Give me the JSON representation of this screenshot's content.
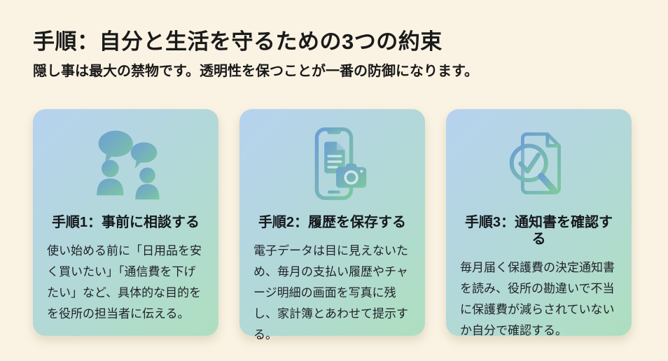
{
  "page": {
    "title": "手順：自分と生活を守るための3つの約束",
    "subtitle": "隠し事は最大の禁物です。透明性を保つことが一番の防御になります。"
  },
  "colors": {
    "page_bg": "#FAF3E3",
    "card_grad_start": "#B7D2F0",
    "card_grad_end": "#AEDFC0",
    "icon_blue": "#5E93D3",
    "icon_green": "#72C493",
    "text_dark": "#1A1A1A"
  },
  "cards": [
    {
      "icon": "chat-people-icon",
      "title": "手順1：事前に相談する",
      "body": "使い始める前に「日用品を安く買いたい」「通信費を下げたい」など、具体的な目的をを役所の担当者に伝える。"
    },
    {
      "icon": "phone-camera-icon",
      "title": "手順2：履歴を保存する",
      "body": "電子データは目に見えないため、毎月の支払い履歴やチャージ明細の画面を写真に残し、家計簿とあわせて提示する。"
    },
    {
      "icon": "document-magnifier-icon",
      "title": "手順3：通知書を確認する",
      "body": "毎月届く保護費の決定通知書を読み、役所の勘違いで不当に保護費が減らされていないか自分で確認する。"
    }
  ]
}
